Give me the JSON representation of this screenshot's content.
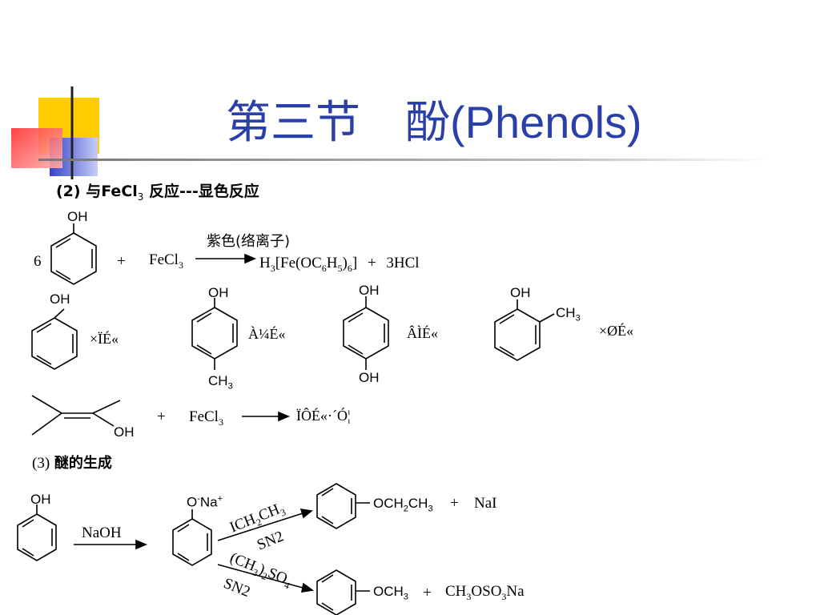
{
  "slide": {
    "title_cn": "第三节　酚",
    "title_en": "(Phenols)",
    "theme": {
      "title_color": "#2b3fa8",
      "yellow": "#ffcc00",
      "blue": "#3344cc",
      "red": "#ff3030"
    }
  },
  "section2": {
    "number": "(2)",
    "heading_pre": "与FeCl",
    "heading_sub": "3",
    "heading_post": "反应---显色反应"
  },
  "reaction1": {
    "coefficient": "6",
    "reactant_label": "OH",
    "plus1": "+",
    "reagent_main": "FeCl",
    "reagent_sub": "3",
    "arrow_note": "紫色(络离子)",
    "product_h": "H",
    "product_h_sub": "3",
    "product_mid": "[Fe(OC",
    "product_c_sub": "6",
    "product_h2": "H",
    "product_h2_sub": "5",
    "product_close": ")",
    "product_close_sub": "6",
    "product_end": "]",
    "plus2": "+",
    "byproduct": "3HCl"
  },
  "colors_row": [
    {
      "oh": "OH",
      "text": "×ÏÉ«"
    },
    {
      "oh": "OH",
      "sub_main": "CH",
      "sub_sub": "3",
      "text": "À¼É«"
    },
    {
      "oh_top": "OH",
      "oh_bottom": "OH",
      "text": "ÂÌÉ«"
    },
    {
      "oh": "OH",
      "sub_main": "CH",
      "sub_sub": "3",
      "text": "×ØÉ«"
    }
  ],
  "enol_reaction": {
    "oh": "OH",
    "plus": "+",
    "reagent_main": "FeCl",
    "reagent_sub": "3",
    "result": "ÏÔÉ«·´Ó¦"
  },
  "section3": {
    "number": "(3)",
    "heading": "醚的生成"
  },
  "ether": {
    "phenol_oh": "OH",
    "base": "NaOH",
    "phenoxide_o": "O",
    "phenoxide_minus": "-",
    "phenoxide_na": "Na",
    "phenoxide_plus": "+",
    "upper_reagent": {
      "a": "ICH",
      "a_sub": "2",
      "b": "CH",
      "b_sub": "3"
    },
    "upper_cond": "SN2",
    "upper_product": {
      "a": "OCH",
      "a_sub": "2",
      "b": "CH",
      "b_sub": "3"
    },
    "upper_plus": "+",
    "upper_byproduct": "NaI",
    "lower_reagent": {
      "a": "(CH",
      "a_sub": "3",
      "b": ")",
      "b_sub": "2",
      "c": "SO",
      "c_sub": "4"
    },
    "lower_cond": "SN2",
    "lower_product": {
      "a": "OCH",
      "a_sub": "3"
    },
    "lower_plus": "+",
    "lower_byproduct": {
      "a": "CH",
      "a_sub": "3",
      "b": "OSO",
      "b_sub": "3",
      "c": "Na"
    }
  }
}
